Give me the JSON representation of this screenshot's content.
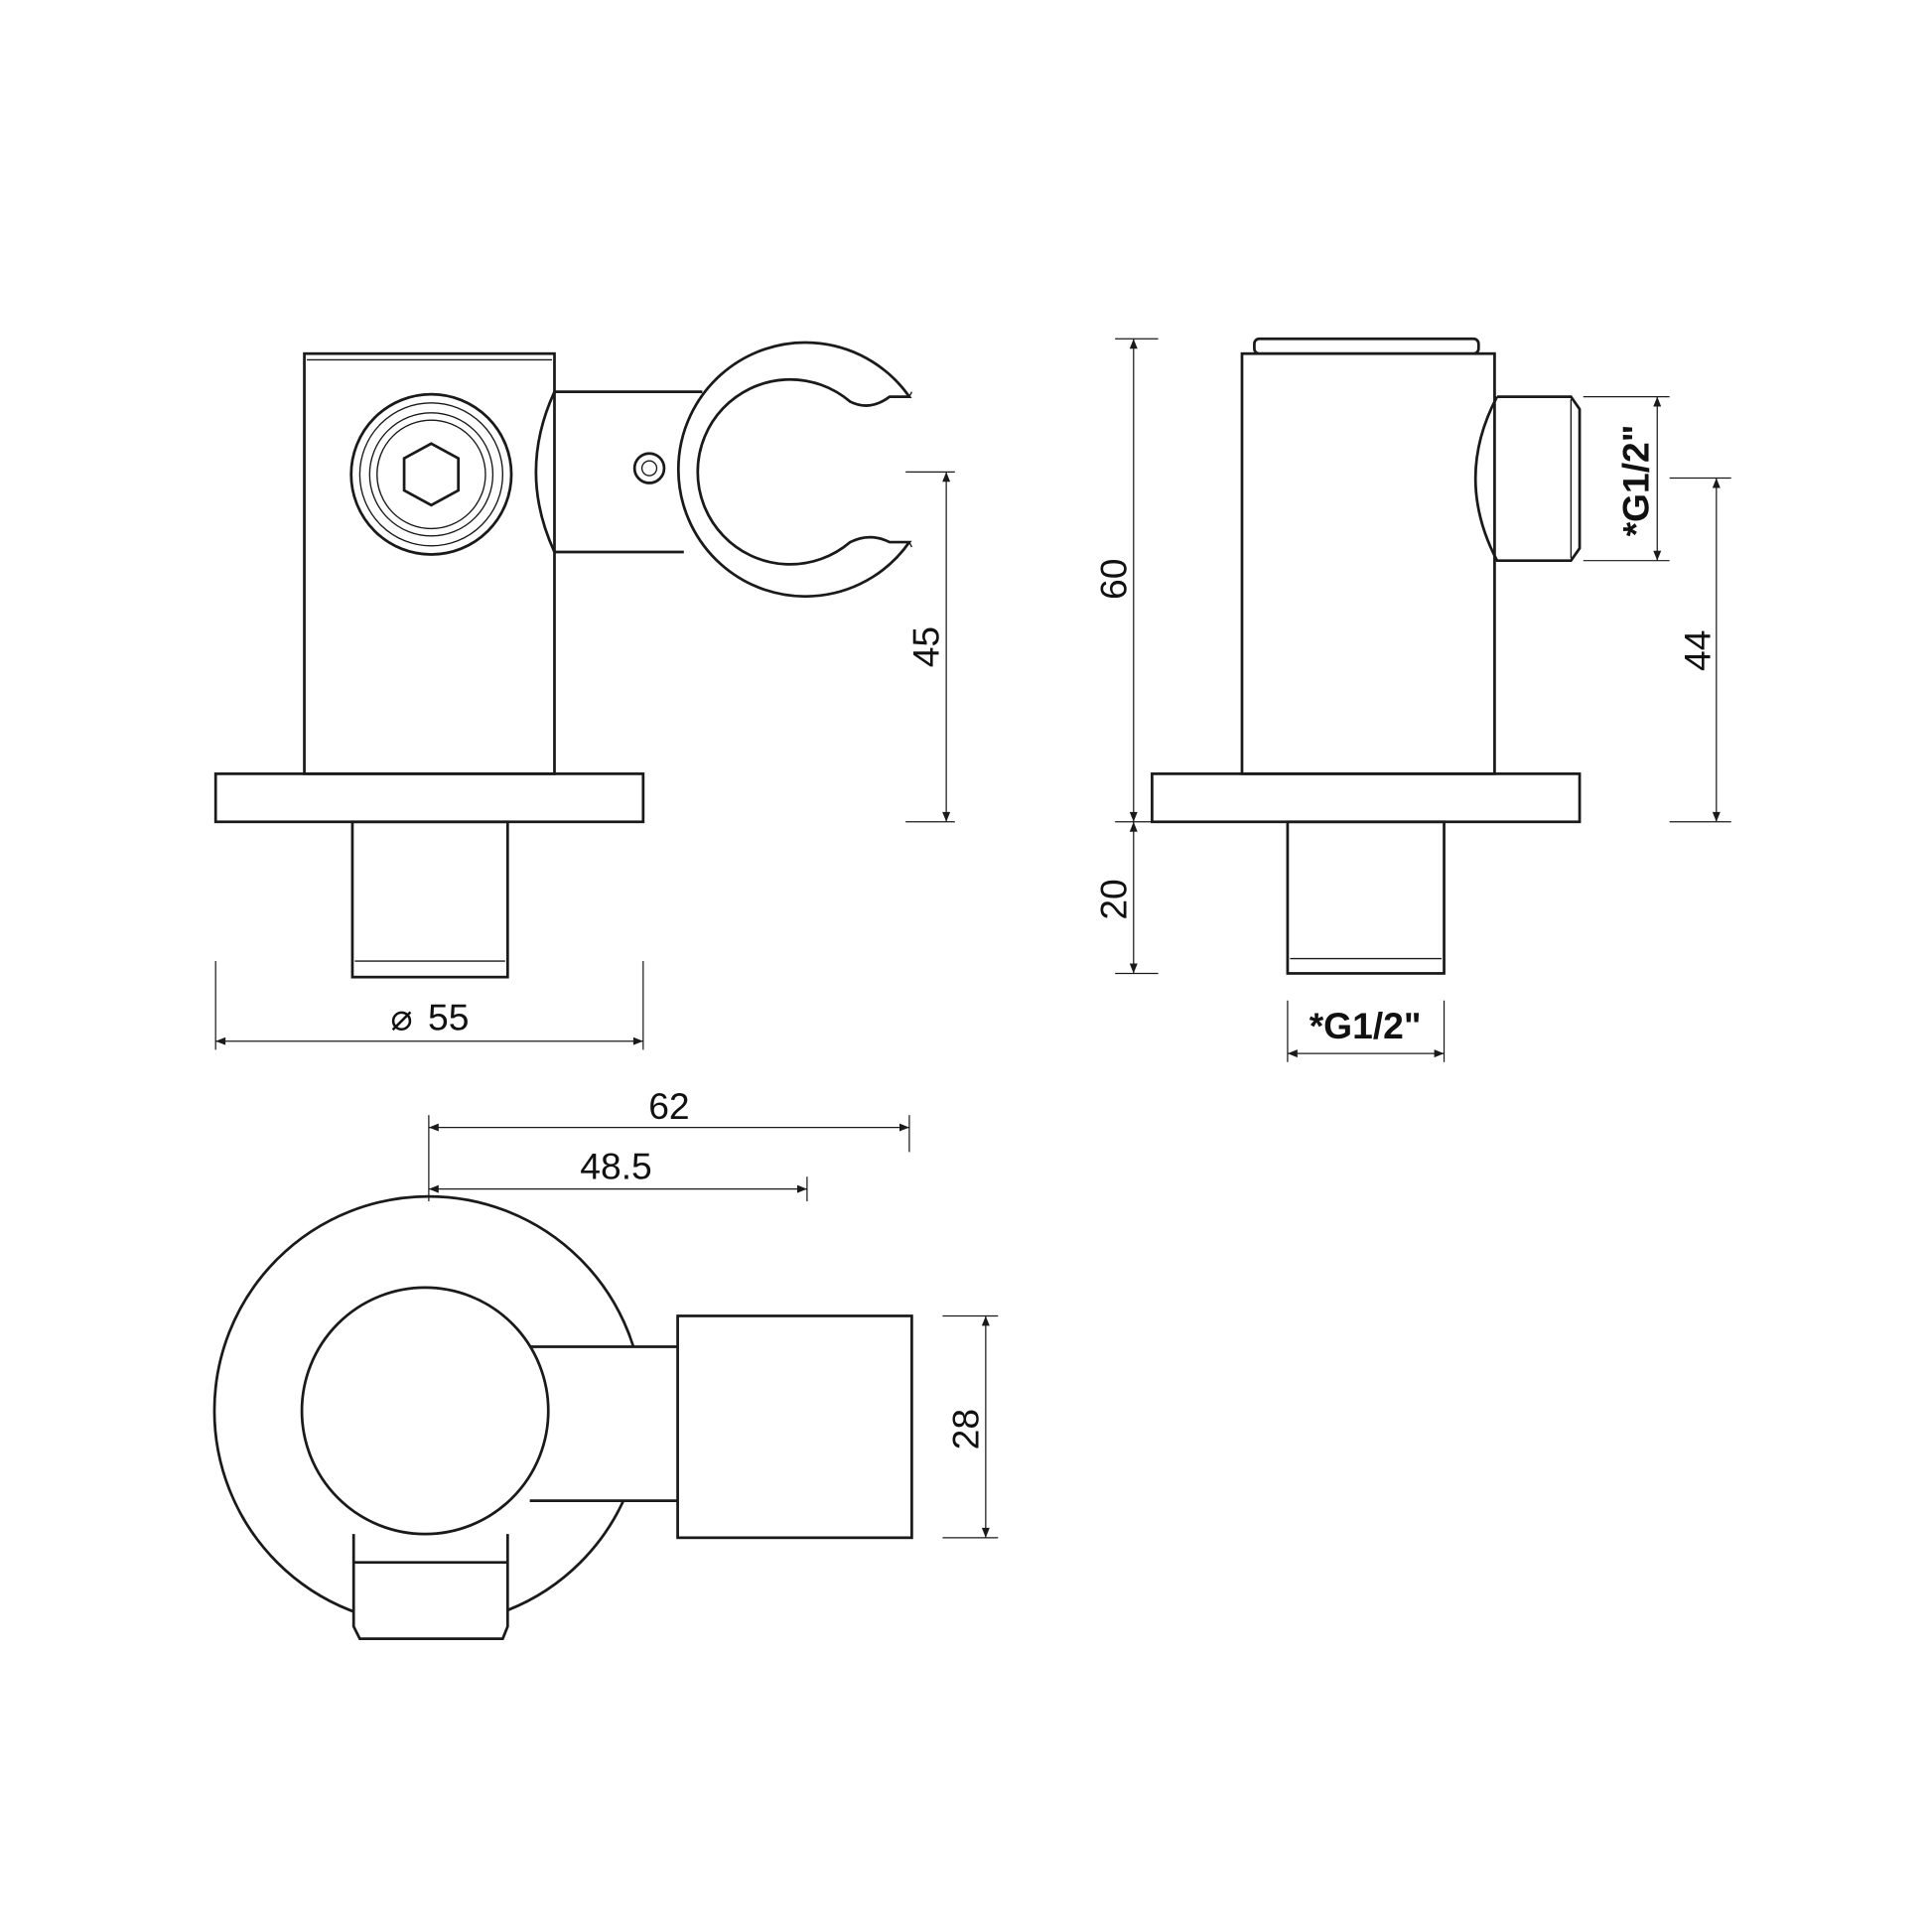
{
  "drawing": {
    "front_view": {
      "dim_height": "45",
      "dim_diameter": "55",
      "diameter_symbol": "⌀"
    },
    "side_view": {
      "dim_total": "60",
      "dim_stem": "20",
      "dim_outlet_height": "44",
      "outlet_thread": "*G1/2\"",
      "inlet_thread": "*G1/2\""
    },
    "top_view": {
      "dim_overall": "62",
      "dim_center": "48.5",
      "dim_width": "28"
    }
  }
}
